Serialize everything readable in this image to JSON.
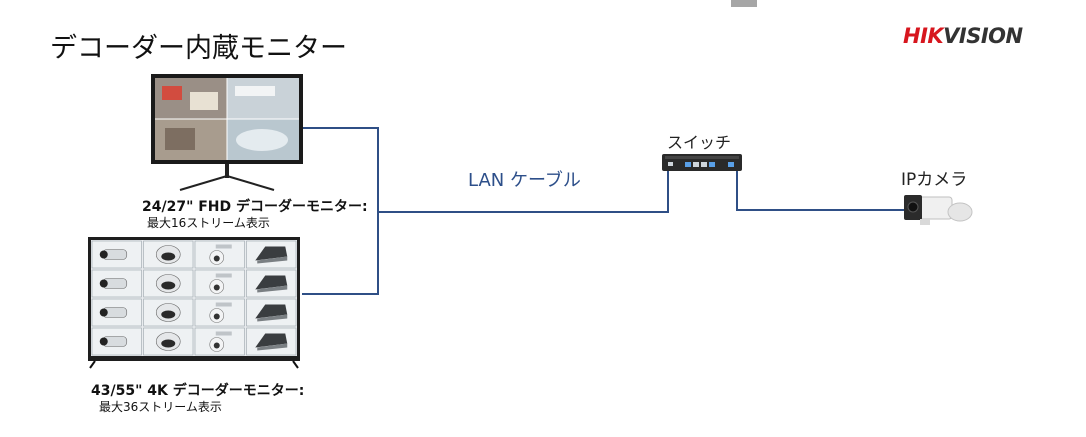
{
  "title": "デコーダー内蔵モニター",
  "logo": {
    "part1": "HIK",
    "part2": "VISION"
  },
  "monitors": {
    "fhd": {
      "label": "24/27\" FHD デコーダーモニター:",
      "sub": "最大16ストリーム表示"
    },
    "uhd": {
      "label": "43/55\" 4K デコーダーモニター:",
      "sub": "最大36ストリーム表示"
    }
  },
  "cable_label": "LAN ケーブル",
  "switch_label": "スイッチ",
  "camera_label": "IPカメラ",
  "colors": {
    "cable": "#2f4f86",
    "logo_red": "#d7161e",
    "logo_gray": "#333333"
  }
}
